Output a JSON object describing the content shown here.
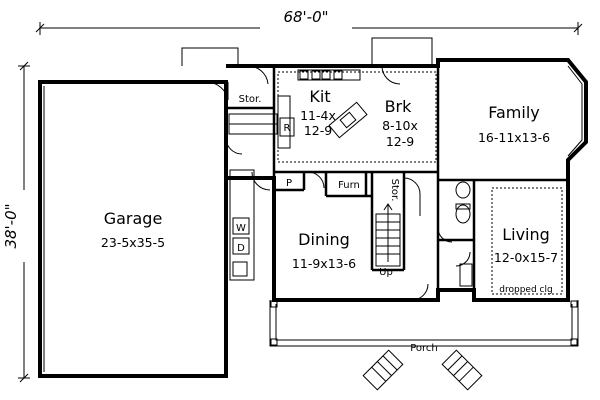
{
  "dimensions": {
    "width": "68'-0\"",
    "depth": "38'-0\""
  },
  "rooms": {
    "garage": {
      "name": "Garage",
      "size": "23-5x35-5"
    },
    "kitchen": {
      "name": "Kit",
      "size_line1": "11-4x",
      "size_line2": "12-9"
    },
    "breakfast": {
      "name": "Brk",
      "size_line1": "8-10x",
      "size_line2": "12-9"
    },
    "family": {
      "name": "Family",
      "size": "16-11x13-6"
    },
    "dining": {
      "name": "Dining",
      "size": "11-9x13-6"
    },
    "living": {
      "name": "Living",
      "size": "12-0x15-7",
      "note": "dropped clg"
    },
    "porch": {
      "name": "Porch"
    }
  },
  "labels": {
    "storage_top": "Stor.",
    "storage_stair": "Stor.",
    "furnace": "Furn",
    "pantry": "P",
    "refrigerator": "R",
    "washer": "W",
    "dryer": "D",
    "stairs_up": "Up"
  }
}
